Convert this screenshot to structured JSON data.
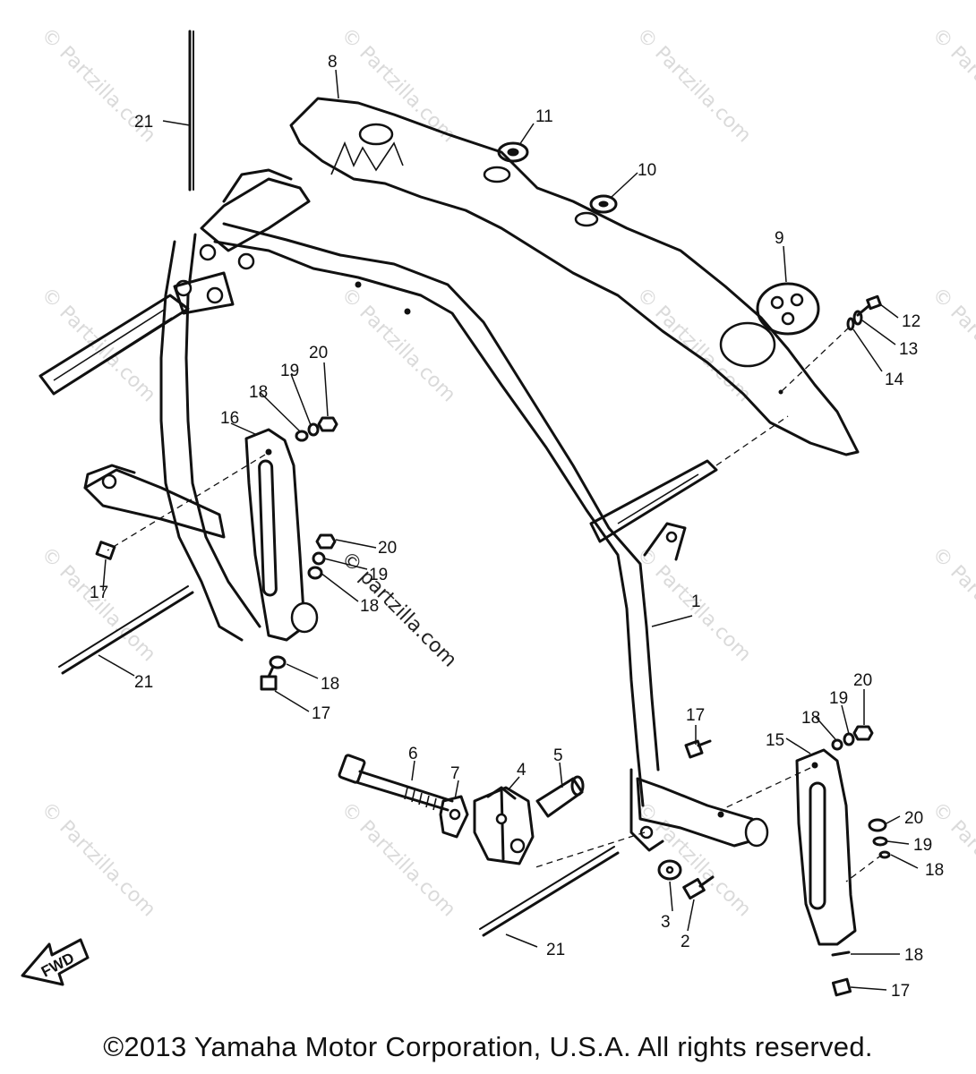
{
  "watermark": {
    "text": "© Partzilla.com",
    "center_text": "© partzilla.com"
  },
  "callouts": {
    "c1": "1",
    "c2": "2",
    "c3": "3",
    "c4": "4",
    "c5": "5",
    "c6": "6",
    "c7": "7",
    "c8": "8",
    "c9": "9",
    "c10": "10",
    "c11": "11",
    "c12": "12",
    "c13": "13",
    "c14": "14",
    "c15": "15",
    "c16": "16",
    "c17a": "17",
    "c17b": "17",
    "c17c": "17",
    "c17d": "17",
    "c18a": "18",
    "c18b": "18",
    "c18c": "18",
    "c18d": "18",
    "c18e": "18",
    "c18f": "18",
    "c19a": "19",
    "c19b": "19",
    "c19c": "19",
    "c19d": "19",
    "c20a": "20",
    "c20b": "20",
    "c20c": "20",
    "c20d": "20",
    "c21a": "21",
    "c21b": "21",
    "c21c": "21"
  },
  "fwd_label": "FWD",
  "copyright": "©2013 Yamaha Motor Corporation, U.S.A. All rights reserved."
}
